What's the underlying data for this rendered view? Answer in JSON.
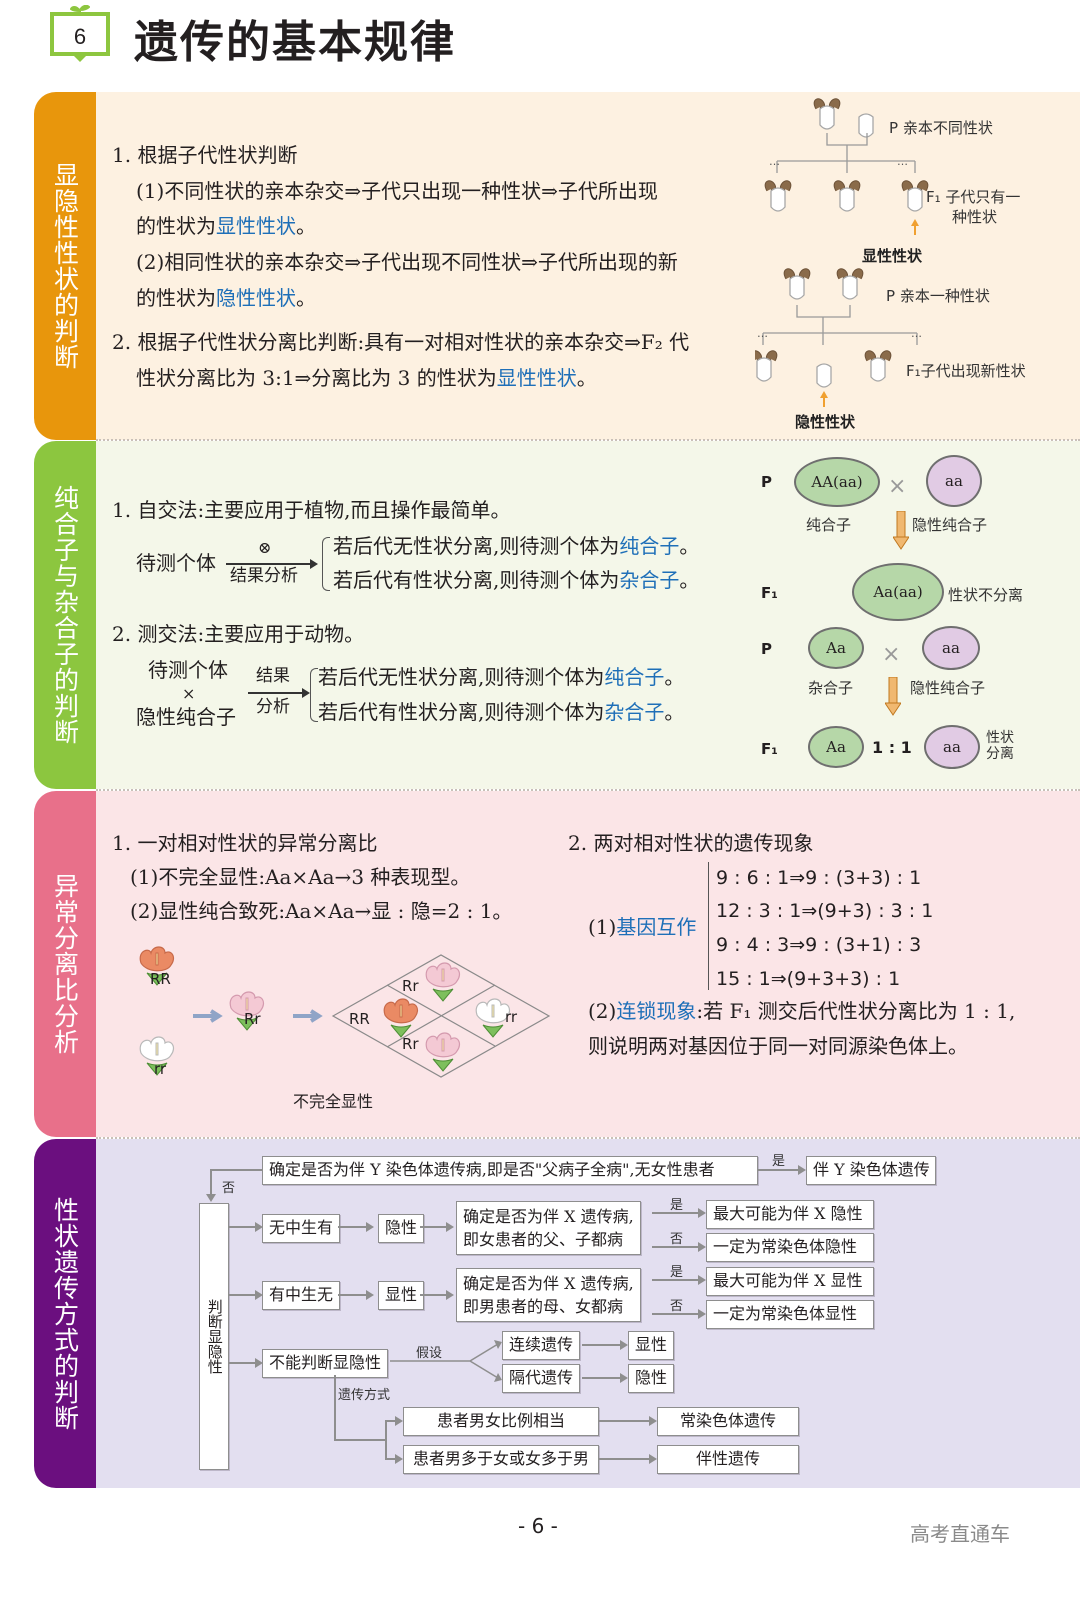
{
  "header": {
    "chapter_number": "6",
    "title": "遗传的基本规律"
  },
  "colors": {
    "section1_tab": "#e8960c",
    "section1_bg": "#fdf1e1",
    "section2_tab": "#8cc63f",
    "section2_bg": "#f4f7e9",
    "section3_tab": "#e8708a",
    "section3_bg": "#fbe5e7",
    "section4_tab": "#6b0f7f",
    "section4_bg": "#e3dff0",
    "highlight_blue": "#1e6fb8"
  },
  "section1": {
    "tab_label": "显隐性性状的判断",
    "item1_title": "1. 根据子代性状判断",
    "item1_sub1_a": "(1)不同性状的亲本杂交⇒子代只出现一种性状⇒子代所出现",
    "item1_sub1_b": "的性状为",
    "item1_sub1_hl": "显性性状",
    "item1_sub1_end": "。",
    "item1_sub2_a": "(2)相同性状的亲本杂交⇒子代出现不同性状⇒子代所出现的新",
    "item1_sub2_b": "的性状为",
    "item1_sub2_hl": "隐性性状",
    "item1_sub2_end": "。",
    "item2_a": "2. 根据子代性状分离比判断:具有一对相对性状的亲本杂交⇒F₂ 代",
    "item2_b": "性状分离比为 3:1⇒分离比为 3 的性状为",
    "item2_hl": "显性性状",
    "item2_end": "。",
    "diagram": {
      "p1_label": "P 亲本不同性状",
      "f1_label_a": "F₁ 子代只有一",
      "f1_label_b": "种性状",
      "dominant_label": "显性性状",
      "p2_label": "P 亲本一种性状",
      "f2_label": "F₁子代出现新性状",
      "recessive_label": "隐性性状",
      "ellipsis": "…"
    }
  },
  "section2": {
    "tab_label": "纯合子与杂合子的判断",
    "item1_title": "1. 自交法:主要应用于植物,而且操作最简单。",
    "selfing_subject": "待测个体",
    "selfing_symbol": "⊗",
    "selfing_below": "结果分析",
    "selfing_case1": "若后代无性状分离,则待测个体为",
    "selfing_case1_hl": "纯合子",
    "selfing_case2": "若后代有性状分离,则待测个体为",
    "selfing_case2_hl": "杂合子",
    "period": "。",
    "item2_title": "2. 测交法:主要应用于动物。",
    "test_subject": "待测个体",
    "test_cross": "×",
    "test_partner": "隐性纯合子",
    "test_above": "结果",
    "test_below": "分析",
    "test_case1": "若后代无性状分离,则待测个体为",
    "test_case1_hl": "纯合子",
    "test_case2": "若后代有性状分离,则待测个体为",
    "test_case2_hl": "杂合子",
    "diagram": {
      "p": "P",
      "f1": "F₁",
      "cross": "×",
      "oval_AA": "AA(aa)",
      "oval_aa": "aa",
      "label_homo": "纯合子",
      "label_rec_homo": "隐性纯合子",
      "oval_F1": "Aa(aa)",
      "label_no_sep": "性状不分离",
      "oval_Aa": "Aa",
      "label_hetero": "杂合子",
      "ratio": "1 : 1",
      "label_sep_a": "性状",
      "label_sep_b": "分离"
    }
  },
  "section3": {
    "tab_label": "异常分离比分析",
    "item1_title": "1. 一对相对性状的异常分离比",
    "item1_sub1": "(1)不完全显性:Aa×Aa→3 种表现型。",
    "item1_sub2": "(2)显性纯合致死:Aa×Aa→显 : 隐=2 : 1。",
    "flower_caption": "不完全显性",
    "flowers": {
      "parent_RR": "RR",
      "parent_rr": "rr",
      "f1_Rr": "Rr",
      "grid_top": "Rr",
      "grid_left": "RR",
      "grid_right": "rr",
      "grid_bottom": "Rr"
    },
    "item2_title": "2. 两对相对性状的遗传现象",
    "item2_sub1_prefix": "(1)",
    "item2_sub1_hl": "基因互作",
    "ratios": [
      "9 : 6 : 1⇒9 : (3+3) : 1",
      "12 : 3 : 1⇒(9+3) : 3 : 1",
      "9 : 4 : 3⇒9 : (3+1) : 3",
      "15 : 1⇒(9+3+3) : 1"
    ],
    "item2_sub2_prefix": "(2)",
    "item2_sub2_hl": "连锁现象",
    "item2_sub2_text": ":若 F₁ 测交后代性状分离比为 1 : 1,",
    "item2_sub2_line2": "则说明两对基因位于同一对同源染色体上。"
  },
  "section4": {
    "tab_label": "性状遗传方式的判断",
    "top_box": "确定是否为伴 Y 染色体遗传病,即是否\"父病子全病\",无女性患者",
    "yes": "是",
    "no": "否",
    "top_result": "伴 Y 染色体遗传",
    "vertical_box": "判断显隐性",
    "row1_a": "无中生有",
    "row1_b": "隐性",
    "row1_c_1": "确定是否为伴 X 遗传病,",
    "row1_c_2": "即女患者的父、子都病",
    "row1_yes": "最大可能为伴 X 隐性",
    "row1_no": "一定为常染色体隐性",
    "row2_a": "有中生无",
    "row2_b": "显性",
    "row2_c_1": "确定是否为伴 X 遗传病,",
    "row2_c_2": "即男患者的母、女都病",
    "row2_yes": "最大可能为伴 X 显性",
    "row2_no": "一定为常染色体显性",
    "row3_a": "不能判断显隐性",
    "assume": "假设",
    "continuous": "连续遗传",
    "continuous_result": "显性",
    "skip": "隔代遗传",
    "skip_result": "隐性",
    "mode": "遗传方式",
    "equal": "患者男女比例相当",
    "equal_result": "常染色体遗传",
    "unequal": "患者男多于女或女多于男",
    "unequal_result": "伴性遗传"
  },
  "footer": {
    "page": "- 6 -",
    "watermark": "高考直通车"
  }
}
